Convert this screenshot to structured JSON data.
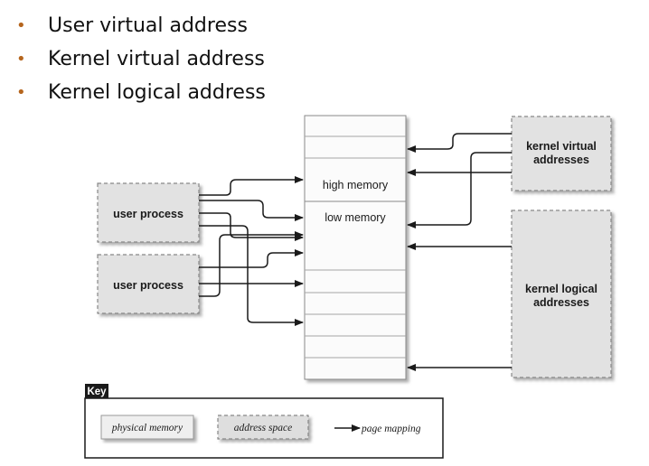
{
  "bullets": [
    "User virtual address",
    "Kernel virtual address",
    "Kernel logical address"
  ],
  "diagram": {
    "user_process_1": "user process",
    "user_process_2": "user process",
    "high_memory": "high memory",
    "low_memory": "low memory",
    "kernel_virtual": [
      "kernel virtual",
      "addresses"
    ],
    "kernel_logical": [
      "kernel logical",
      "addresses"
    ]
  },
  "key": {
    "title": "Key",
    "physical_memory": "physical memory",
    "address_space": "address space",
    "page_mapping": "page mapping"
  }
}
